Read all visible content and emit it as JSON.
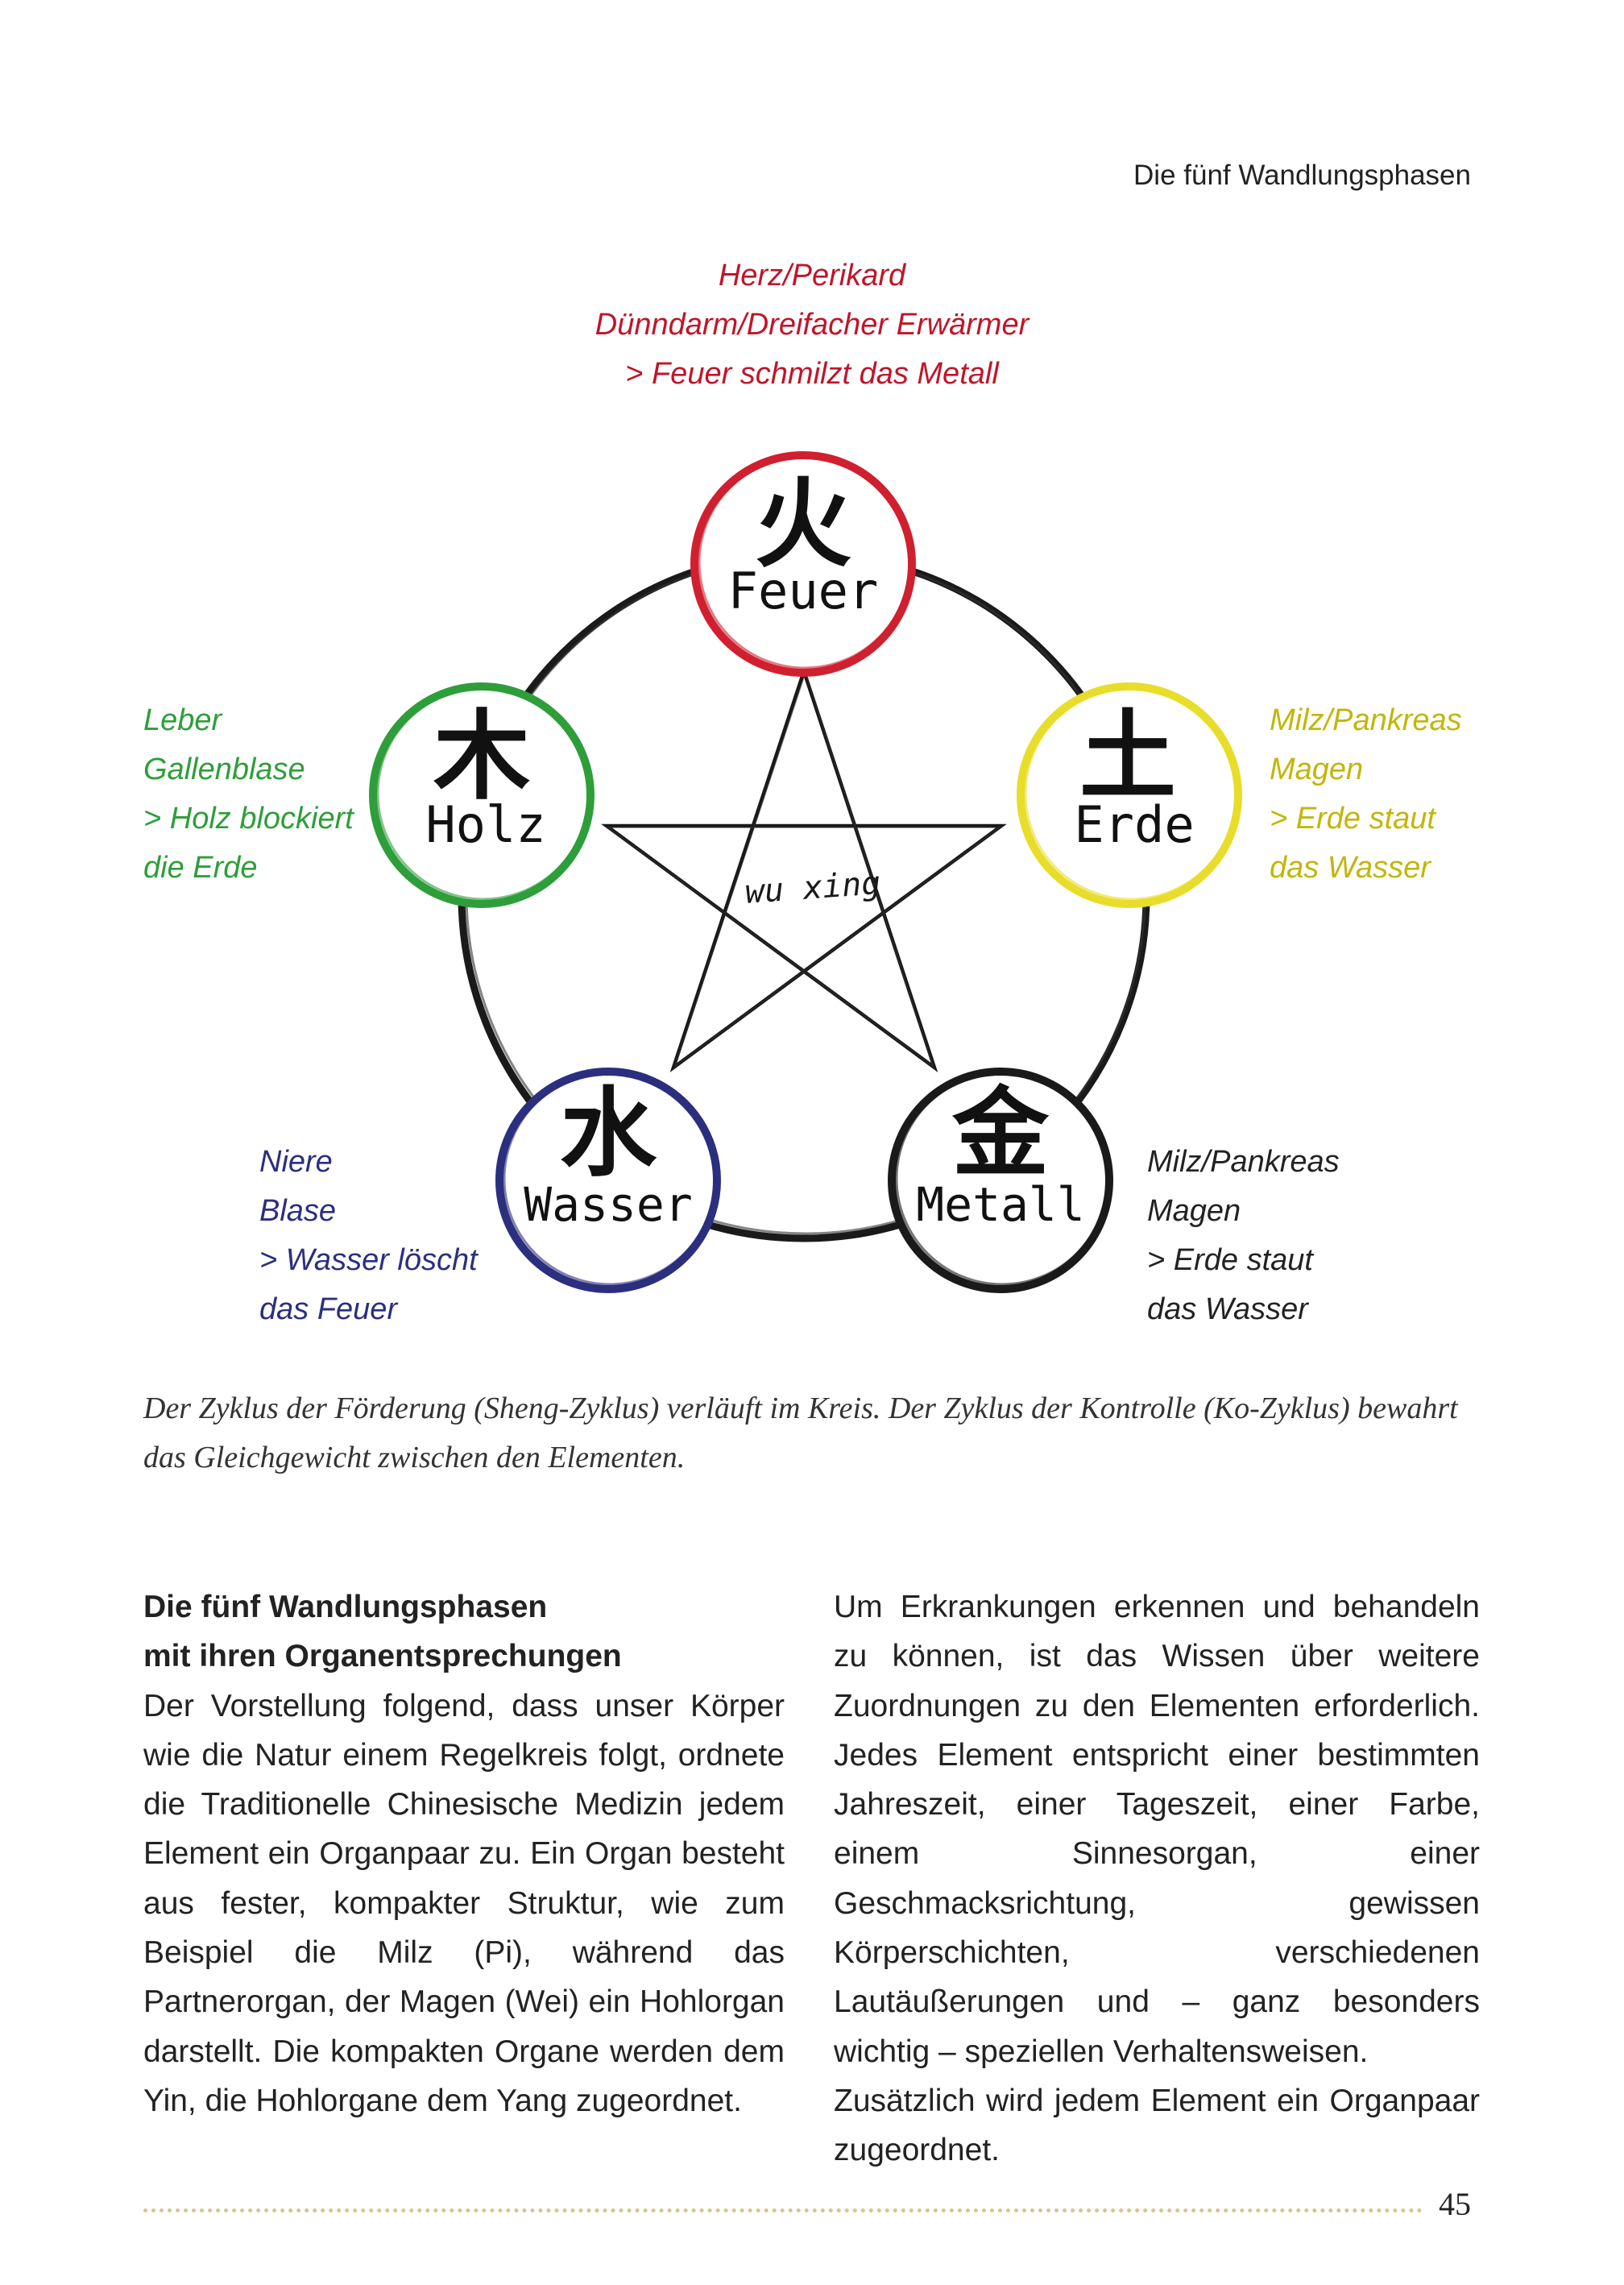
{
  "running_head": "Die fünf Wandlungsphasen",
  "colors": {
    "feuer": "#d0202f",
    "holz": "#2e9e3a",
    "erde": "#e8dd2a",
    "wasser": "#2b2f7e",
    "metall": "#1a1a1a"
  },
  "diagram": {
    "center": "wu xing",
    "elements": {
      "feuer": {
        "char": "火",
        "name": "Feuer"
      },
      "holz": {
        "char": "木",
        "name": "Holz"
      },
      "erde": {
        "char": "土",
        "name": "Erde"
      },
      "wasser": {
        "char": "水",
        "name": "Wasser"
      },
      "metall": {
        "char": "金",
        "name": "Metall"
      }
    }
  },
  "labels": {
    "feuer": [
      "Herz/Perikard",
      "Dünndarm/Dreifacher Erwärmer",
      "> Feuer schmilzt das Metall"
    ],
    "holz": [
      "Leber",
      "Gallenblase",
      "> Holz blockiert",
      "die Erde"
    ],
    "erde": [
      "Milz/Pankreas",
      "Magen",
      "> Erde staut",
      "das Wasser"
    ],
    "wasser": [
      "Niere",
      "Blase",
      "> Wasser löscht",
      "das Feuer"
    ],
    "metall": [
      "Milz/Pankreas",
      "Magen",
      "> Erde staut",
      "das Wasser"
    ]
  },
  "caption": "Der Zyklus der Förderung (Sheng-Zyklus) verläuft im Kreis. Der Zyklus der Kontrolle (Ko-Zyklus) bewahrt das Gleichgewicht zwischen den Elementen.",
  "body": {
    "heading": [
      "Die fünf Wandlungsphasen",
      "mit ihren Organentsprechungen"
    ],
    "left_text": "Der Vorstellung folgend, dass unser Körper wie die Natur einem Regelkreis folgt, ordnete die Traditionelle Chinesische Medizin jedem Element ein Organpaar zu. Ein Organ besteht aus fester, kompakter Struktur, wie zum Beispiel die Milz (Pi), während das Partnerorgan, der Magen (Wei) ein Hohlorgan darstellt. Die kompakten Organe werden dem Yin, die Hohlorgane dem Yang zugeordnet.",
    "right_text_1": "Um Erkrankungen erkennen und behandeln zu können, ist das Wissen über weitere Zuordnungen zu den Elementen erforderlich. Jedes Element entspricht einer bestimmten Jahreszeit, einer Tageszeit, einer Farbe, einem Sinnesorgan, einer Geschmacksrichtung, gewissen Körperschichten, verschiedenen Lautäußerungen und – ganz besonders wichtig – speziellen Verhaltensweisen.",
    "right_text_2": "Zusätzlich wird jedem Element ein Organpaar zugeordnet."
  },
  "page_number": "45"
}
